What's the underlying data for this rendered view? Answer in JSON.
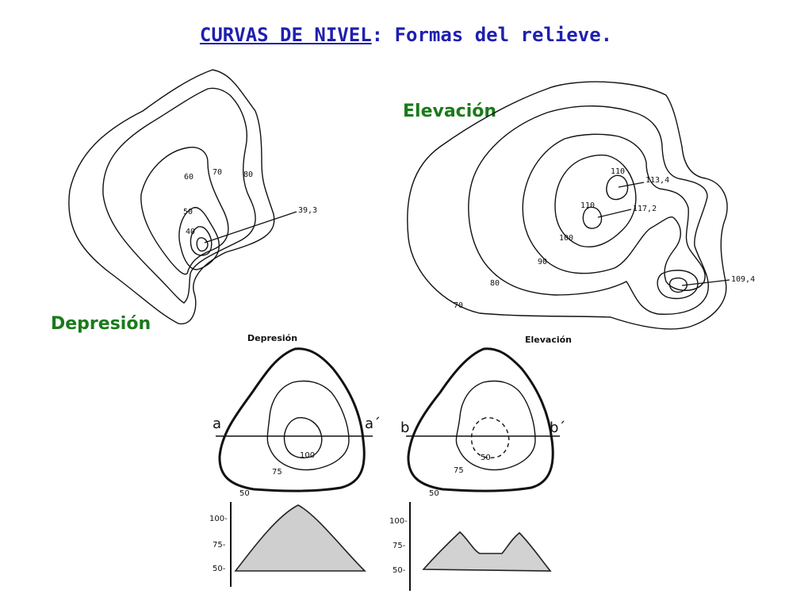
{
  "title": {
    "underlined": "CURVAS DE NIVEL",
    "rest": ": Formas del relieve."
  },
  "labels": {
    "depresion": "Depresión",
    "elevacion": "Elevación"
  },
  "map_depresion": {
    "contours": [
      "60",
      "70",
      "80",
      "50",
      "40"
    ],
    "spot_height": "39,3"
  },
  "map_elevacion": {
    "contours": [
      "110",
      "110",
      "100",
      "90",
      "80",
      "70"
    ],
    "spot_heights": [
      "113,4",
      "117,2",
      "109,4"
    ]
  },
  "lower_depresion": {
    "title": "Depresión",
    "section_left": "a",
    "section_right": "a´",
    "contours": [
      "100",
      "75",
      "50"
    ],
    "profile_ticks": [
      "100-",
      "75-",
      "50-"
    ]
  },
  "lower_elevacion": {
    "title": "Elevación",
    "section_left": "b",
    "section_right": "b´",
    "contours": [
      "50",
      "75",
      "50"
    ],
    "profile_ticks": [
      "100-",
      "75-",
      "50-"
    ]
  },
  "colors": {
    "title": "#1f1fb0",
    "label": "#1a7a1a",
    "line": "#111111"
  }
}
